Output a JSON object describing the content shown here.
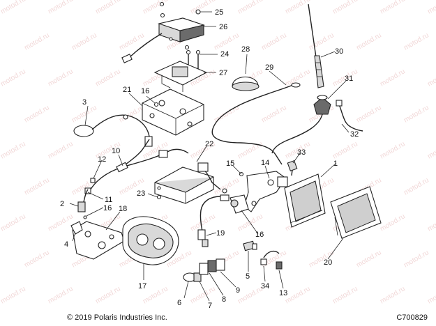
{
  "watermark": "motod.ru",
  "copyright": "© 2019 Polaris Industries Inc.",
  "figure_id": "C700829",
  "callouts": [
    "1",
    "2",
    "3",
    "4",
    "5",
    "6",
    "7",
    "8",
    "9",
    "10",
    "11",
    "12",
    "13",
    "14",
    "15",
    "16",
    "16",
    "16",
    "17",
    "18",
    "19",
    "20",
    "21",
    "22",
    "23",
    "24",
    "25",
    "26",
    "27",
    "28",
    "29",
    "30",
    "31",
    "32",
    "33",
    "34"
  ]
}
